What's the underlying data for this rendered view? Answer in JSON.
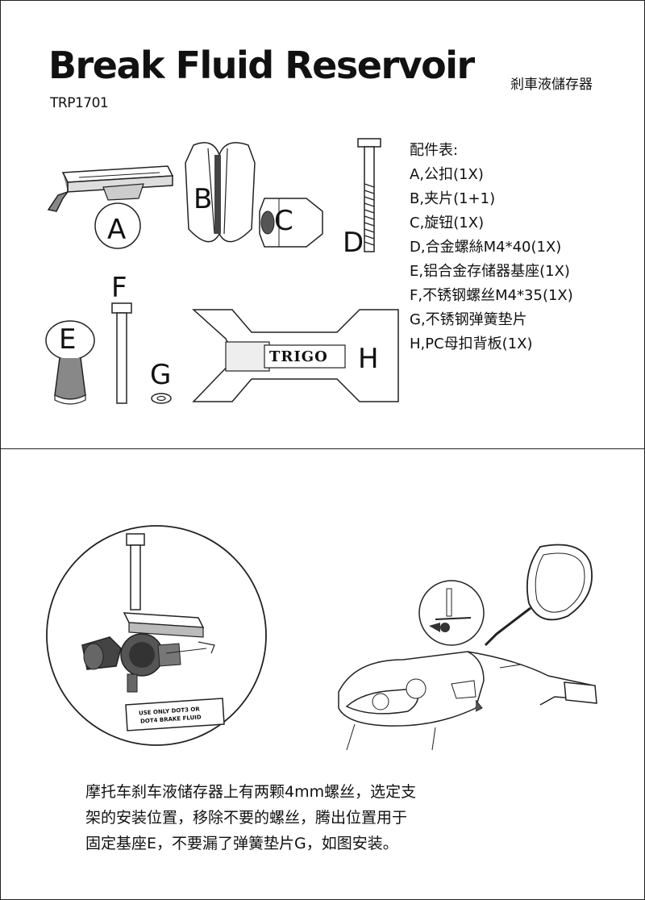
{
  "header": {
    "title": "Break Fluid Reservoir",
    "title_cn": "剎車液儲存器",
    "model": "TRP1701"
  },
  "parts_list": {
    "heading": "配件表:",
    "items": [
      "A,公扣(1X)",
      "B,夹片(1+1)",
      "C,旋钮(1X)",
      "D,合金螺絲M4*40(1X)",
      "E,铝合金存储器基座(1X)",
      "F,不锈钢螺丝M4*35(1X)",
      "G,不锈钢弹簧垫片",
      "H,PC母扣背板(1X)"
    ]
  },
  "part_letters": {
    "a": "A",
    "b": "B",
    "c": "C",
    "d": "D",
    "e": "E",
    "f": "F",
    "g": "G",
    "h": "H"
  },
  "backplate_brand": "TRIGO",
  "reservoir_label": {
    "line1": "USE ONLY DOT3 OR",
    "line2": "DOT4 BRAKE FLUID"
  },
  "instruction": {
    "lines": [
      "摩托车刹车液储存器上有两颗4mm螺丝，选定支",
      "架的安装位置，移除不要的螺丝，腾出位置用于",
      "固定基座E，不要漏了弹簧垫片G，如图安装。"
    ]
  }
}
